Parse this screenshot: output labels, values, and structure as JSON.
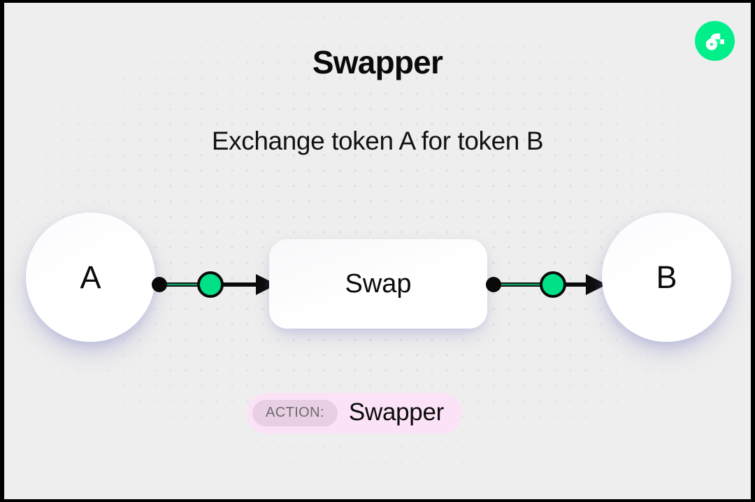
{
  "brand": {
    "logo_icon": "flow-logo-icon",
    "logo_color": "#00ef8b",
    "logo_accent_color": "#16ff9e"
  },
  "header": {
    "title": "Swapper",
    "subtitle": "Exchange token A for token B"
  },
  "diagram": {
    "source_node": {
      "label": "A",
      "icon": "circle-node-icon"
    },
    "process_node": {
      "label": "Swap"
    },
    "target_node": {
      "label": "B",
      "icon": "circle-node-icon"
    },
    "connectors": [
      {
        "id": "a-to-swap",
        "from": "A",
        "to": "Swap",
        "start_dot_color": "#0a0a0a",
        "mid_dot_color": "#00e187",
        "line_color": "#0a0a0a",
        "accent_color": "#0f9e63",
        "arrow_icon": "arrow-right-icon"
      },
      {
        "id": "swap-to-b",
        "from": "Swap",
        "to": "B",
        "start_dot_color": "#0a0a0a",
        "mid_dot_color": "#00e187",
        "line_color": "#0a0a0a",
        "accent_color": "#0f9e63",
        "arrow_icon": "arrow-right-icon"
      }
    ]
  },
  "action_badge": {
    "label": "ACTION:",
    "value": "Swapper",
    "background_color": "#fbe2f6",
    "pill_color": "#e8cfe2",
    "label_color": "#6d6a72"
  },
  "canvas": {
    "background_color": "#eeeeee",
    "dot_color": "#dcdcdc",
    "frame_color": "#000000"
  }
}
